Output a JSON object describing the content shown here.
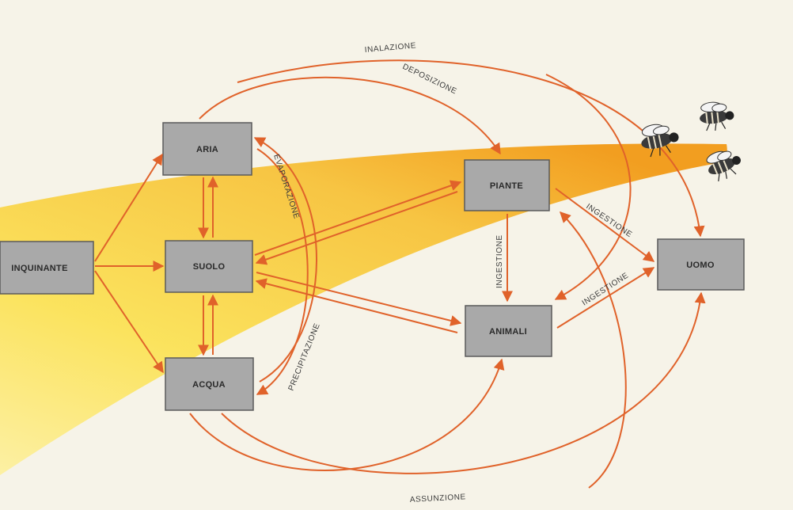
{
  "nodes": {
    "inquinante": "INQUINANTE",
    "aria": "ARIA",
    "suolo": "SUOLO",
    "acqua": "ACQUA",
    "piante": "PIANTE",
    "animali": "ANIMALI",
    "uomo": "UOMO"
  },
  "flows": {
    "inalazione": "INALAZIONE",
    "deposizione": "DEPOSIZIONE",
    "evaporazione": "EVAPORAZIONE",
    "precipitazione": "PRECIPITAZIONE",
    "ingestione_piante_animali": "INGESTIONE",
    "ingestione_piante_uomo": "INGESTIONE",
    "ingestione_animali_uomo": "INGESTIONE",
    "assunzione": "ASSUNZIONE"
  },
  "colors": {
    "arrow": "#e0622a",
    "box_fill": "#a9a9a9",
    "box_border": "#5a5a5a",
    "band_outer": "#fbe256",
    "band_inner": "#f29a16",
    "background": "#f6f3e8"
  },
  "icons": [
    "bee-icon",
    "bee-icon",
    "bee-icon"
  ]
}
